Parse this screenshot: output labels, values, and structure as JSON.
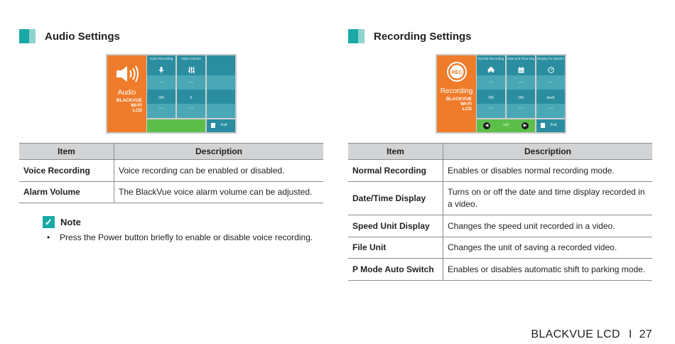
{
  "audio": {
    "title": "Audio Settings",
    "screen": {
      "mode": "Audio",
      "brand": [
        "BLACKVUE",
        "WI-FI",
        "LCD"
      ],
      "columns": [
        {
          "header": "Voice Recording",
          "icon": "microphone-icon",
          "value": "ON"
        },
        {
          "header": "Alarm Volume",
          "icon": "volume-bars-icon",
          "value": "5"
        }
      ],
      "exit": "Exit"
    },
    "table": {
      "headers": [
        "Item",
        "Description"
      ],
      "rows": [
        {
          "item": "Voice Recording",
          "description": "Voice recording can be enabled or disabled."
        },
        {
          "item": "Alarm Volume",
          "description": "The BlackVue voice alarm volume can be adjusted."
        }
      ]
    },
    "note": {
      "title": "Note",
      "items": [
        "Press the Power button briefly to enable or disable voice recording."
      ]
    }
  },
  "recording": {
    "title": "Recording Settings",
    "screen": {
      "mode": "Recording",
      "badge": "REC",
      "brand": [
        "BLACKVUE",
        "WI-FI",
        "LCD"
      ],
      "columns": [
        {
          "header": "Normal Recording",
          "icon": "car-icon",
          "value": "ON"
        },
        {
          "header": "Date and Time Display",
          "icon": "calendar-icon",
          "value": "ON"
        },
        {
          "header": "Display for Speed Unit",
          "icon": "speedometer-icon",
          "value": "km/h"
        }
      ],
      "nav_label": "unit",
      "exit": "Exit"
    },
    "table": {
      "headers": [
        "Item",
        "Description"
      ],
      "rows": [
        {
          "item": "Normal Recording",
          "description": "Enables or disables normal recording mode."
        },
        {
          "item": "Date/Time Display",
          "description": "Turns on or off the date and time display recorded in a video."
        },
        {
          "item": "Speed Unit Display",
          "description": "Changes the speed unit recorded in a video."
        },
        {
          "item": "File Unit",
          "description": "Changes the unit of saving a recorded video."
        },
        {
          "item": "P Mode Auto Switch",
          "description": "Enables or disables automatic shift to parking mode."
        }
      ]
    }
  },
  "footer": {
    "product": "BLACKVUE LCD",
    "separator": "I",
    "page": "27"
  },
  "colors": {
    "teal": "#1aa9a4",
    "orange": "#ef7c2a",
    "lcd_teal": "#2a8ea0",
    "green": "#5cbf4a",
    "table_header": "#d1d3d4"
  }
}
